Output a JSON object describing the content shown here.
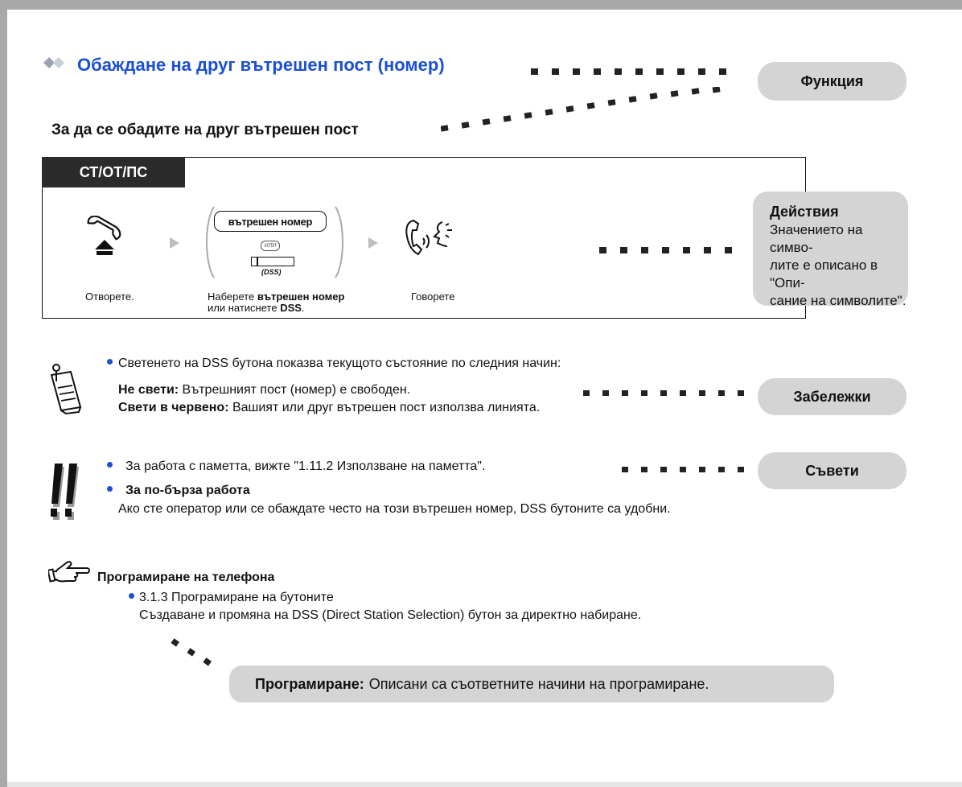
{
  "header": {
    "title": "Обаждане на друг вътрешен пост (номер)",
    "subtitle": "За да се обадите на друг вътрешен пост"
  },
  "callouts": {
    "function": "Функция",
    "actions_title": "Действия",
    "actions_text": "Значението на симво-лите е описано в \"Опи-сание на символите\".",
    "actions_lines": [
      "Значението на симво-",
      "лите е описано в \"Опи-",
      "сание на символите\"."
    ],
    "notes": "Забележки",
    "tips": "Съвети",
    "programming_label": "Програмиране:",
    "programming_text": "Описани са съответните начини на програмиране."
  },
  "procedure": {
    "tab": "СТ/ОТ/ПС",
    "step1_label": "Отворете.",
    "step2_button": "вътрешен номер",
    "step2_or": "ИЛИ",
    "step2_dss": "(DSS)",
    "step2_label_pre": "Наберете ",
    "step2_label_bold1": "вътрешен номер",
    "step2_label_mid": "или натиснете ",
    "step2_label_bold2": "DSS",
    "step2_label_end": ".",
    "step3_label": "Говорете"
  },
  "notes": {
    "line1": "Светенето на DSS бутона показва текущото състояние по следния начин:",
    "off_label": "Не свети:",
    "off_text": " Вътрешният пост (номер) е свободен.",
    "red_label": "Свети в червено:",
    "red_text": " Вашият или друг вътрешен пост използва линията."
  },
  "tips": {
    "line1": "За работа с паметта, вижте \"1.11.2 Използване на паметта\".",
    "line2_title": "За по-бърза работа",
    "line2_text": "Ако сте оператор или се обаждате често на този вътрешен номер, DSS бутоните са удобни."
  },
  "programming": {
    "heading": "Програмиране на телефона",
    "item": "3.1.3 Програмиране на бутоните",
    "desc": "Създаване и промяна на DSS (Direct Station Selection) бутон за директно набиране."
  },
  "colors": {
    "title": "#1a4fd6",
    "callout_bg": "#d4d4d4",
    "frame": "#a9a9a9",
    "tab_bg": "#2b2b2b"
  },
  "icons": [
    "diamond-icon",
    "off-hook-icon",
    "arrow-right-icon",
    "talk-icon",
    "memo-icon",
    "exclamation-icon",
    "pointing-hand-icon"
  ]
}
